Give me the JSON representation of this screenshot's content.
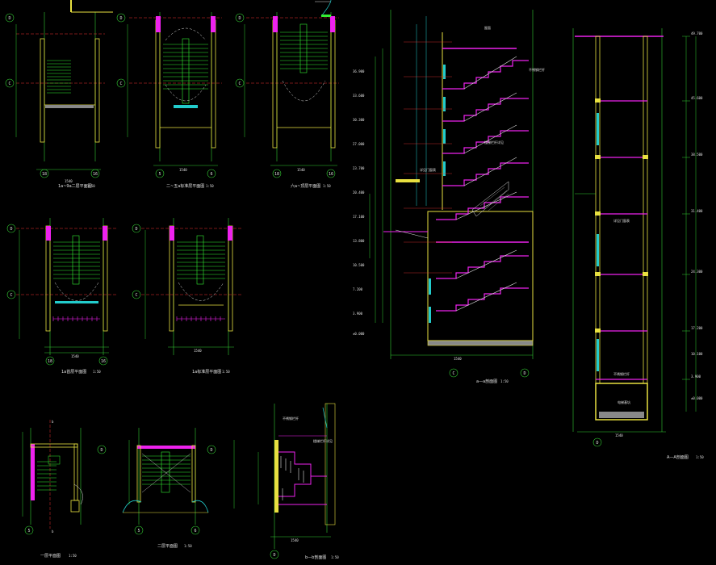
{
  "colors": {
    "background": "#000000",
    "wall": "#e8e040",
    "stair": "#33ee33",
    "rail": "#ee22ee",
    "axis": "#ee3333",
    "dim": "#33cc33",
    "glass": "#22cccc",
    "text": "#e0e0e0",
    "fill_gray": "#888888"
  },
  "captions": {
    "plan_top_1": "1a~9a二层平面图",
    "plan_top_2": "二~五a标准层平面图",
    "plan_top_3": "六a~顶层平面图",
    "plan_mid_1": "1a首层平面图",
    "plan_mid_2": "1a标准层平面图",
    "plan_bottom_1": "一层平面图",
    "plan_bottom_2": "二层平面图",
    "section_aa": "a—a剖面图",
    "section_bb": "b—b剖面图",
    "section_right": "A—A剖面图"
  },
  "scales": {
    "plan_top_1": "1:50",
    "plan_top_2": "1:50",
    "plan_top_3": "1:50",
    "plan_mid_1": "1:50",
    "plan_mid_2": "1:50",
    "plan_bottom_1": "1:50",
    "plan_bottom_2": "1:50",
    "section_aa": "1:50",
    "section_bb": "1:50",
    "section_right": "1:50"
  },
  "axis_bubbles": {
    "row_top": [
      "D",
      "C"
    ],
    "col_left": [
      "18",
      "16"
    ],
    "col_mid": [
      "5",
      "6"
    ],
    "col_b": [
      "b",
      "b"
    ],
    "col_section": [
      "C",
      "D"
    ],
    "col_right": [
      "D"
    ]
  },
  "section_levels_aa": [
    "36.900",
    "33.600",
    "30.300",
    "27.000",
    "23.700",
    "20.400",
    "17.100",
    "13.800",
    "10.500",
    "7.200",
    "3.900",
    "±0.000"
  ],
  "section_levels_right": [
    "49.700",
    "45.600",
    "38.500",
    "31.400",
    "24.300",
    "17.200",
    "10.100",
    "3.900",
    "±0.000"
  ],
  "annotations": {
    "stair_note": "楼梯栏杆详见",
    "rail_note": "不锈钢栏杆",
    "pit_note": "电梯基坑",
    "window_note": "详见门窗表",
    "top_note": "屋面",
    "dim_total": "1540"
  }
}
